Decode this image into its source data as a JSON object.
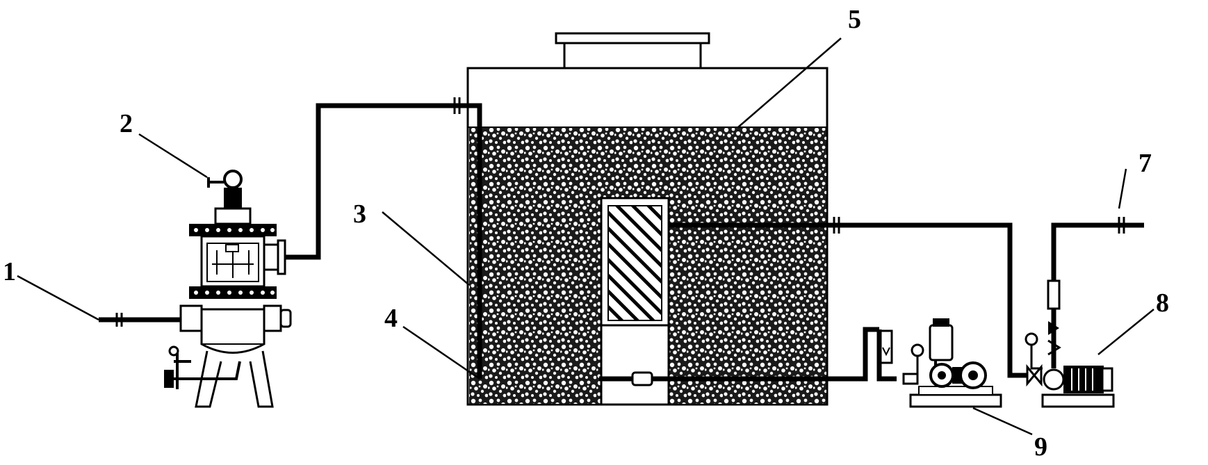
{
  "labels": {
    "l1": "1",
    "l2": "2",
    "l3": "3",
    "l4": "4",
    "l5": "5",
    "l7": "7",
    "l8": "8",
    "l9": "9"
  },
  "colors": {
    "line": "#000000",
    "background": "#ffffff"
  },
  "icons": [
    "filter-unit-icon",
    "valve-icon",
    "pump-icon",
    "blower-icon",
    "flowmeter-icon",
    "flange-icon"
  ]
}
